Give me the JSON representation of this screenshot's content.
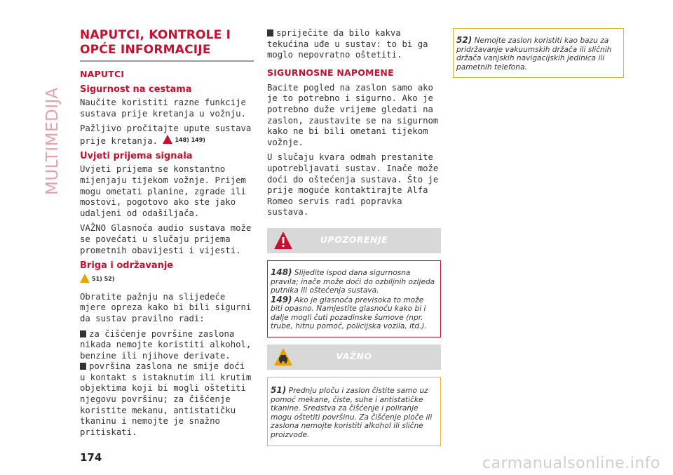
{
  "section_tab": "MULTIMEDIJA",
  "title": "NAPUTCI, KONTROLE I OPĆE INFORMACIJE",
  "col1": {
    "h_naputci": "NAPUTCI",
    "h_sigurnost": "Sigurnost na cestama",
    "p1": "Naučite koristiti razne funkcije sustava prije kretanja u vožnju.",
    "p2": "Pažljivo pročitajte upute sustava prije kretanja.",
    "p2_refs": "148) 149)",
    "h_uvjeti": "Uvjeti prijema signala",
    "p3": "Uvjeti prijema se konstantno mijenjaju tijekom vožnje. Prijem mogu ometati planine, zgrade ili mostovi, pogotovo ako ste jako udaljeni od odašiljača.",
    "p4": "VAŽNO Glasnoća audio sustava može se povećati u slučaju prijema prometnih obavijesti i vijesti.",
    "h_briga": "Briga i održavanje",
    "briga_refs": "51) 52)",
    "p5": "Obratite pažnju na slijedeće mjere opreza kako bi bili sigurni da sustav pravilno radi:",
    "b1": "za čišćenje površine zaslona nikada nemojte koristiti alkohol, benzine ili njihove derivate.",
    "b2": "površina zaslona ne smije doći u kontakt s istaknutim ili krutim objektima koji bi mogli oštetiti njegovu površinu; za čišćenje koristite mekanu, antistatičku tkaninu i nemojte je snažno pritiskati."
  },
  "col2": {
    "b3": "spriječite da bilo kakva tekućina uđe u sustav: to bi ga moglo nepovratno oštetiti.",
    "h_sigurnosne": "SIGURNOSNE NAPOMENE",
    "p6": "Bacite pogled na zaslon samo ako je to potrebno i sigurno. Ako je potrebno duže vrijeme gledati na zaslon, zaustavite se na sigurnom kako ne bi bili ometani tijekom vožnje.",
    "p7": "U slučaju kvara odmah prestanite upotrebljavati sustav. Inače može doći do oštećenja sustava. Što je prije moguće kontaktirajte Alfa Romeo servis radi popravka sustava.",
    "warning_label": "UPOZORENJE",
    "w148_num": "148)",
    "w148_text": "Slijedite ispod dana sigurnosna pravila; inače može doći do ozbiljnih ozljeda putnika ili oštećenja sustava.",
    "w149_num": "149)",
    "w149_text": "Ako je glasnoća previsoka to može biti opasno. Namjestite glasnoću kako bi i dalje mogli čuti pozadinske šumove (npr. trube, hitnu pomoć, policijska vozila, itd.).",
    "important_label": "VAŽNO",
    "n51_num": "51)",
    "n51_text": "Prednju ploču i zaslon čistite samo uz pomoć mekane, čiste, suhe i antistatičke tkanine. Sredstva za čišćenje i poliranje mogu oštetiti površinu. Za čišćenje ploče ili zaslona nemojte koristiti alkohol ili slične proizvode."
  },
  "col3": {
    "n52_num": "52)",
    "n52_text": "Nemojte zaslon koristiti kao bazu za pridržavanje vakuumskih držača ili sličnih držača vanjskih navigacijskih jedinica ili pametnih telefona."
  },
  "page_number": "174",
  "watermark": "carmanualsonline.info",
  "colors": {
    "accent_red": "#c8102e",
    "amber": "#e2a400",
    "side_tab": "#e8a0a8"
  }
}
